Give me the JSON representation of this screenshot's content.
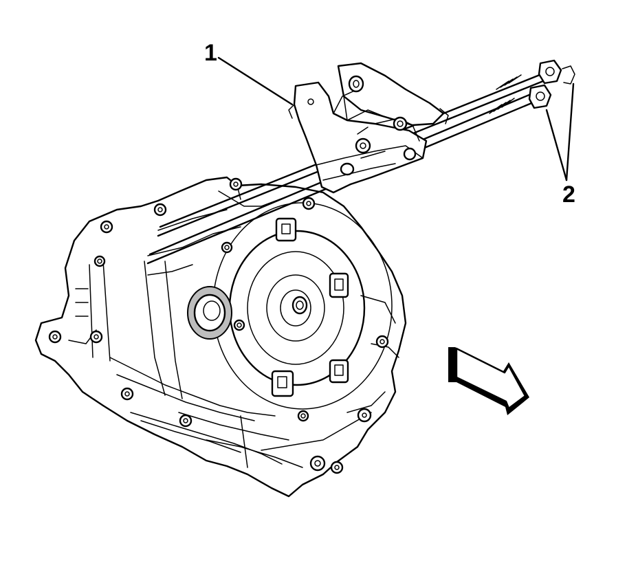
{
  "diagram": {
    "callouts": [
      {
        "id": "1",
        "text": "1"
      },
      {
        "id": "2",
        "text": "2"
      }
    ],
    "colors": {
      "background": "#ffffff",
      "line": "#000000",
      "shade": "#bdbdbd"
    },
    "icons": [
      "transmission-illustration",
      "mount-bracket",
      "bolts",
      "direction-arrow-icon"
    ]
  }
}
